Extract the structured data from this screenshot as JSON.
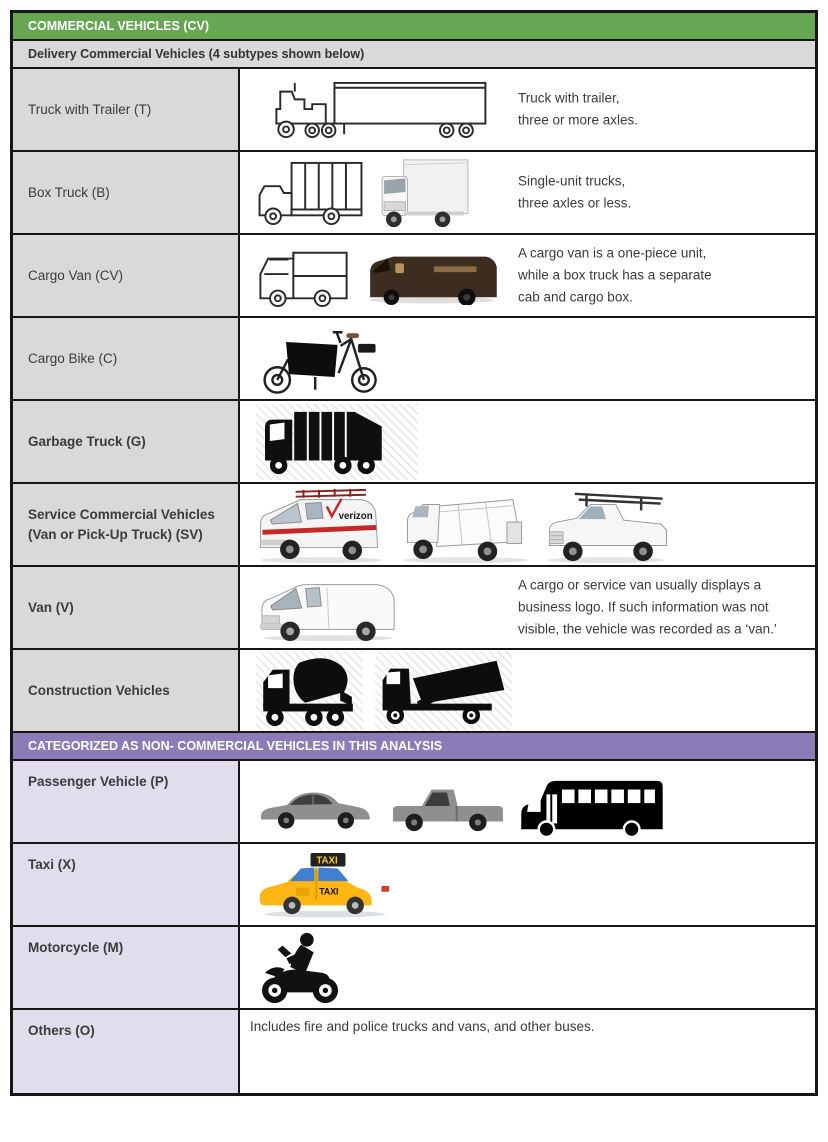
{
  "headers": {
    "commercial": "COMMERCIAL VEHICLES (CV)",
    "delivery_subheader": "Delivery Commercial Vehicles (4 subtypes shown below)",
    "noncommercial": "CATEGORIZED AS NON- COMMERCIAL VEHICLES IN THIS ANALYSIS"
  },
  "colors": {
    "commercial_header_bg": "#67a653",
    "subheader_bg": "#d9d9d9",
    "noncommercial_header_bg": "#8b7cb8",
    "commercial_label_bg": "#d9d9d9",
    "noncommercial_label_bg": "#e2dded",
    "border": "#161616",
    "header_text": "#ffffff",
    "body_text": "#3b3b3b"
  },
  "rows": [
    {
      "label": "Truck with Trailer (T)",
      "description": "Truck with trailer,\nthree or more axles.",
      "icons": [
        "semi-truck-with-trailer"
      ]
    },
    {
      "label": "Box Truck (B)",
      "description": "Single-unit trucks,\nthree axles or less.",
      "icons": [
        "box-truck-line-drawing",
        "box-truck-photo"
      ]
    },
    {
      "label": "Cargo Van (CV)",
      "description": "A cargo van is a one-piece unit,\nwhile a box truck has a separate\ncab and cargo box.",
      "icons": [
        "step-van-line-drawing",
        "brown-delivery-van"
      ]
    },
    {
      "label": "Cargo Bike (C)",
      "description": "",
      "icons": [
        "cargo-bike"
      ]
    },
    {
      "label": "Garbage Truck (G)",
      "description": "",
      "icons": [
        "garbage-truck-silhouette"
      ]
    },
    {
      "label": "Service Commercial Vehicles (Van or Pick-Up Truck) (SV)",
      "description": "",
      "icons": [
        "service-van",
        "utility-truck",
        "service-pickup-with-ladder-rack"
      ],
      "brand_text": "verizon"
    },
    {
      "label": "Van (V)",
      "description": "A cargo or service van usually displays a\nbusiness logo. If such information was not\nvisible, the vehicle was recorded as a ‘van.’",
      "icons": [
        "white-cargo-van"
      ]
    },
    {
      "label": "Construction Vehicles",
      "description": "",
      "icons": [
        "cement-mixer-silhouette",
        "dump-truck-silhouette"
      ]
    },
    {
      "label": "Passenger Vehicle (P)",
      "description": "",
      "icons": [
        "gray-sedan",
        "gray-pickup-truck",
        "shuttle-bus-silhouette"
      ]
    },
    {
      "label": "Taxi (X)",
      "description": "",
      "icons": [
        "yellow-taxi"
      ],
      "sign_text": "TAXI",
      "door_text": "TAXI"
    },
    {
      "label": "Motorcycle (M)",
      "description": "",
      "icons": [
        "motorcycle-silhouette"
      ]
    },
    {
      "label": "Others (O)",
      "description": "Includes fire and police trucks and vans, and other buses.",
      "icons": []
    }
  ]
}
